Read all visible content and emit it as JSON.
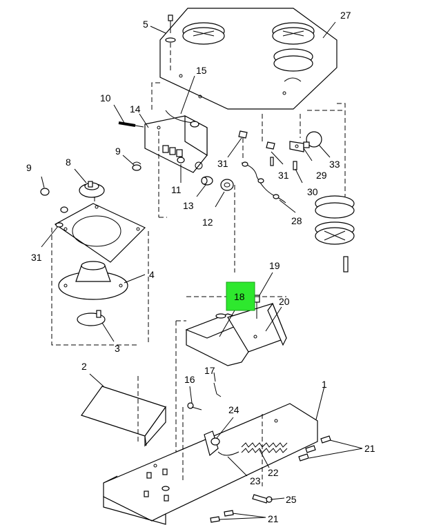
{
  "callouts": [
    {
      "id": "1",
      "label": "1"
    },
    {
      "id": "2",
      "label": "2"
    },
    {
      "id": "3",
      "label": "3"
    },
    {
      "id": "4",
      "label": "4"
    },
    {
      "id": "5",
      "label": "5"
    },
    {
      "id": "8",
      "label": "8"
    },
    {
      "id": "9a",
      "label": "9"
    },
    {
      "id": "9b",
      "label": "9"
    },
    {
      "id": "10",
      "label": "10"
    },
    {
      "id": "11",
      "label": "11"
    },
    {
      "id": "12",
      "label": "12"
    },
    {
      "id": "13",
      "label": "13"
    },
    {
      "id": "14",
      "label": "14"
    },
    {
      "id": "15",
      "label": "15"
    },
    {
      "id": "16",
      "label": "16"
    },
    {
      "id": "17",
      "label": "17"
    },
    {
      "id": "18",
      "label": "18"
    },
    {
      "id": "19",
      "label": "19"
    },
    {
      "id": "20",
      "label": "20"
    },
    {
      "id": "21a",
      "label": "21"
    },
    {
      "id": "21b",
      "label": "21"
    },
    {
      "id": "22",
      "label": "22"
    },
    {
      "id": "23",
      "label": "23"
    },
    {
      "id": "24",
      "label": "24"
    },
    {
      "id": "25",
      "label": "25"
    },
    {
      "id": "27",
      "label": "27"
    },
    {
      "id": "28",
      "label": "28"
    },
    {
      "id": "29",
      "label": "29"
    },
    {
      "id": "30",
      "label": "30"
    },
    {
      "id": "31a",
      "label": "31"
    },
    {
      "id": "31b",
      "label": "31"
    },
    {
      "id": "31c",
      "label": "31"
    },
    {
      "id": "33",
      "label": "33"
    }
  ],
  "highlight": {
    "label": "18",
    "color": "#2ee82e"
  }
}
